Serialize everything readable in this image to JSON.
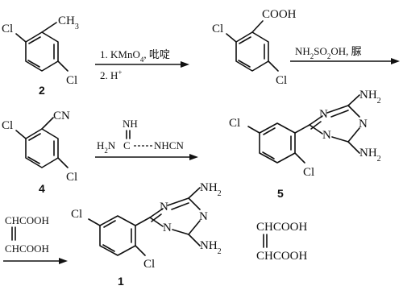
{
  "compounds": {
    "c2": {
      "number": "2",
      "atoms": {
        "cl_top": "Cl",
        "methyl": "CH",
        "methyl_sub": "3",
        "cl_bottom": "Cl"
      }
    },
    "acid": {
      "atoms": {
        "cl_top": "Cl",
        "cooh": "COOH",
        "cl_bottom": "Cl"
      }
    },
    "c4": {
      "number": "4",
      "atoms": {
        "cl_top": "Cl",
        "cn": "CN",
        "cl_bottom": "Cl"
      }
    },
    "c5": {
      "number": "5",
      "atoms": {
        "cl_top": "Cl",
        "cl_bottom": "Cl",
        "n1": "N",
        "n2": "N",
        "n3": "N",
        "nh2_top": "NH",
        "nh2_top_sub": "2",
        "nh2_bottom": "NH",
        "nh2_bottom_sub": "2"
      }
    },
    "c1": {
      "number": "1",
      "atoms": {
        "cl_top": "Cl",
        "cl_bottom": "Cl",
        "n1": "N",
        "n2": "N",
        "n3": "N",
        "nh2_top": "NH",
        "nh2_top_sub": "2",
        "nh2_bottom": "NH",
        "nh2_bottom_sub": "2"
      }
    }
  },
  "reagents": {
    "step1_line1": "1. KMnO",
    "step1_line1_sub": "4",
    "step1_line1_tail": ", 吡啶",
    "step1_line2": "2. H",
    "step1_line2_sup": "+",
    "step2_a": "NH",
    "step2_a_sub": "2",
    "step2_b": "SO",
    "step2_b_sub": "2",
    "step2_c": "OH, 脲",
    "dicyandiamide_nh": "NH",
    "dicyandiamide_h2n": "H",
    "dicyandiamide_h2n_sub": "2",
    "dicyandiamide_n": "N",
    "dicyandiamide_c": "C",
    "dicyandiamide_nhcn": "NHCN",
    "maleic_top": "CHCOOH",
    "maleic_bottom": "CHCOOH"
  },
  "salt_partner": {
    "top": "CHCOOH",
    "bottom": "CHCOOH"
  }
}
